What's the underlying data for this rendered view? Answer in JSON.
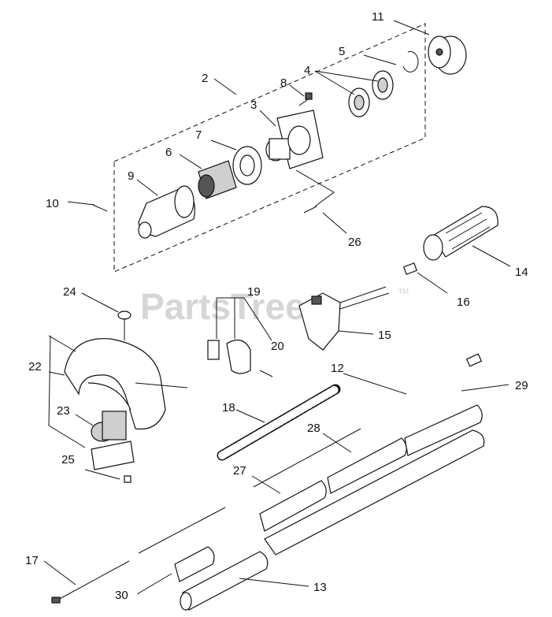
{
  "watermark": {
    "text": "PartsTree",
    "trademark": "TM"
  },
  "callouts": [
    {
      "id": "callout-11",
      "text": "11"
    },
    {
      "id": "callout-5",
      "text": "5"
    },
    {
      "id": "callout-4",
      "text": "4"
    },
    {
      "id": "callout-8",
      "text": "8"
    },
    {
      "id": "callout-2",
      "text": "2"
    },
    {
      "id": "callout-3",
      "text": "3"
    },
    {
      "id": "callout-7",
      "text": "7"
    },
    {
      "id": "callout-6",
      "text": "6"
    },
    {
      "id": "callout-9",
      "text": "9"
    },
    {
      "id": "callout-10",
      "text": "10"
    },
    {
      "id": "callout-26",
      "text": "26"
    },
    {
      "id": "callout-14",
      "text": "14"
    },
    {
      "id": "callout-16",
      "text": "16"
    },
    {
      "id": "callout-24",
      "text": "24"
    },
    {
      "id": "callout-19",
      "text": "19"
    },
    {
      "id": "callout-20",
      "text": "20"
    },
    {
      "id": "callout-15",
      "text": "15"
    },
    {
      "id": "callout-22",
      "text": "22"
    },
    {
      "id": "callout-12",
      "text": "12"
    },
    {
      "id": "callout-29",
      "text": "29"
    },
    {
      "id": "callout-18",
      "text": "18"
    },
    {
      "id": "callout-23",
      "text": "23"
    },
    {
      "id": "callout-28",
      "text": "28"
    },
    {
      "id": "callout-25",
      "text": "25"
    },
    {
      "id": "callout-27",
      "text": "27"
    },
    {
      "id": "callout-17",
      "text": "17"
    },
    {
      "id": "callout-30",
      "text": "30"
    },
    {
      "id": "callout-13",
      "text": "13"
    }
  ]
}
